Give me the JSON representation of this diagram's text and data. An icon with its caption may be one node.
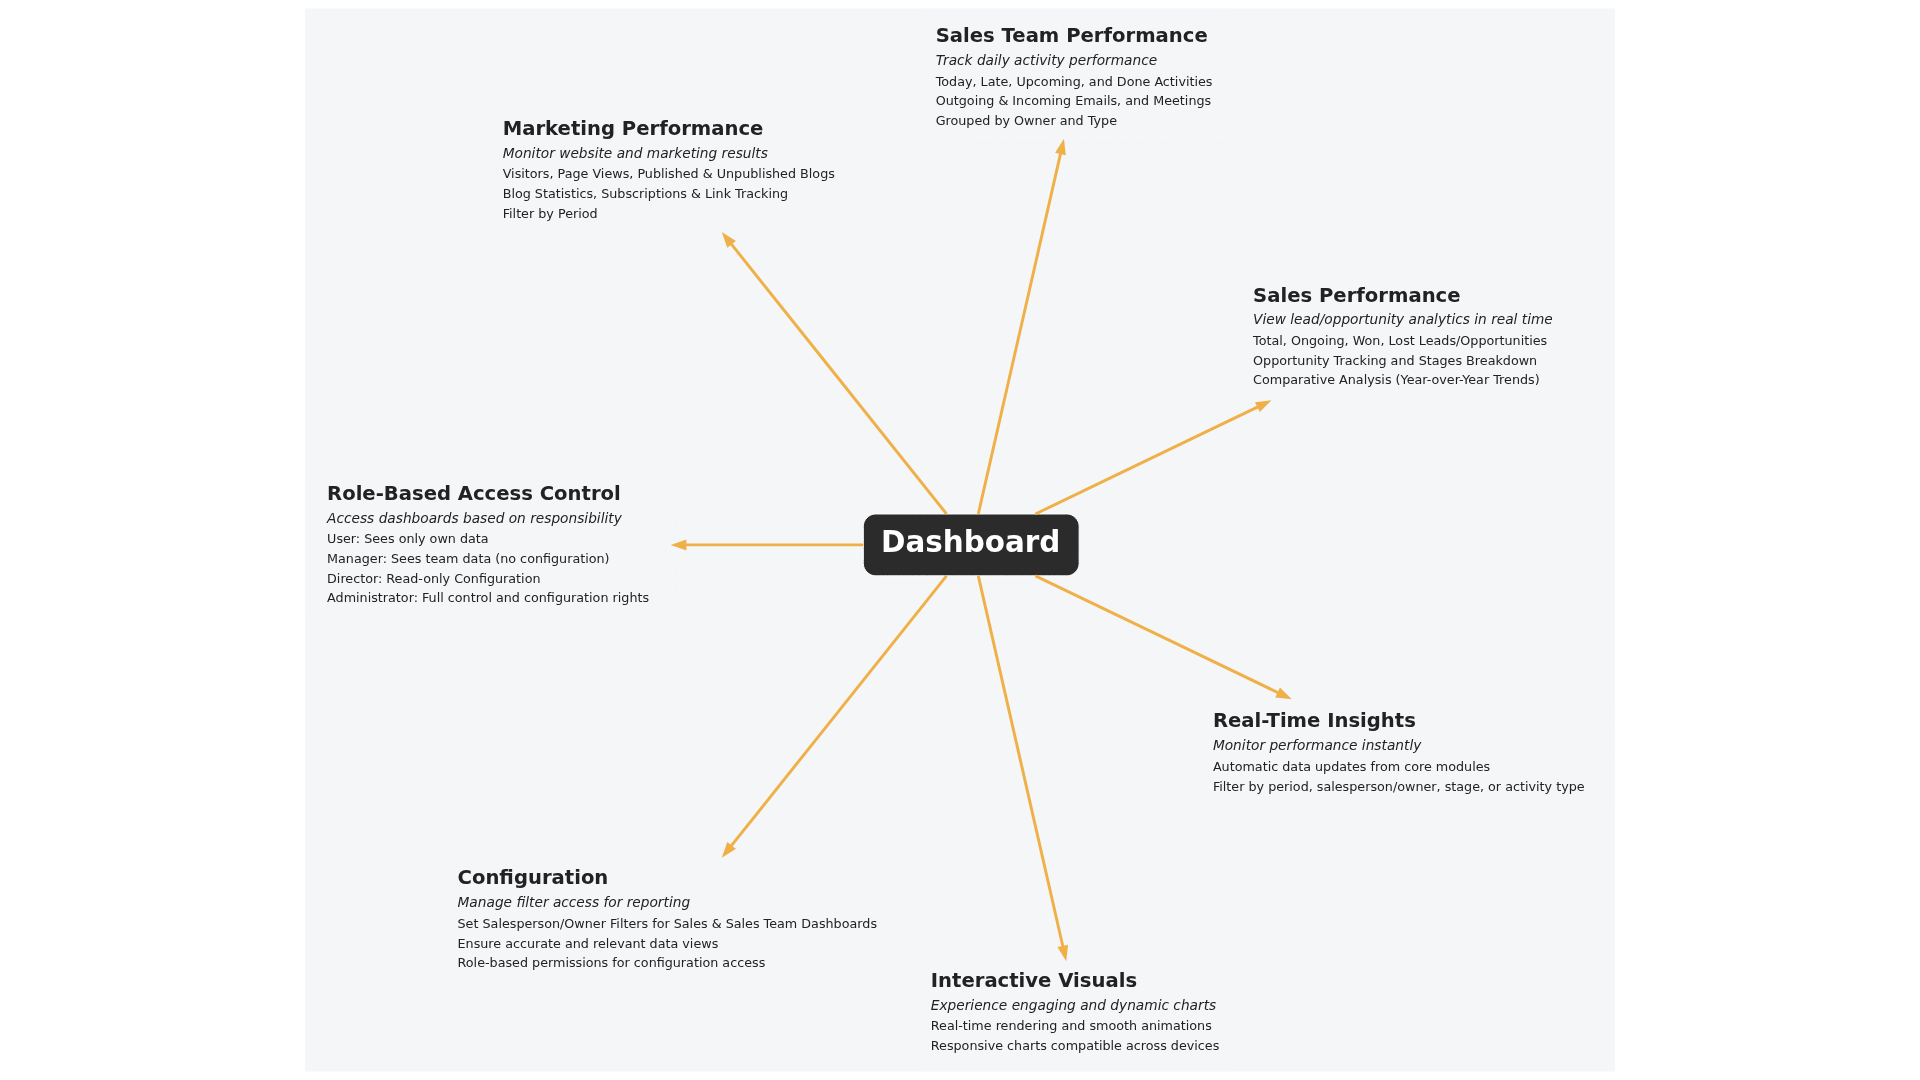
{
  "diagram": {
    "nodes": [
      {
        "text": [
          "Sales Performance",
          "View lead/opportunity analytics in real time",
          "Total, Ongoing, Won, Lost Leads/Opportunities",
          "Opportunity Tracking and Stages Breakdown",
          "Comparative Analysis (Year-over-Year Trends)"
        ]
      },
      {
        "text": [
          "Sales Team Performance",
          "Track daily activity performance",
          "Today, Late, Upcoming, and Done Activities",
          "Outgoing & Incoming Emails, and Meetings",
          "Grouped by Owner and Type"
        ]
      },
      {
        "text": [
          "Marketing Performance",
          "Monitor website and marketing results",
          "Visitors, Page Views, Published & Unpublished Blogs",
          "Blog Statistics, Subscriptions & Link Tracking",
          "Filter by Period"
        ]
      },
      {
        "text": [
          "Role-Based Access Control",
          "Access dashboards based on responsibility",
          "User: Sees only own data",
          "Manager: Sees team data (no configuration)",
          "Director: Read-only Configuration",
          "Administrator: Full control and configuration rights"
        ]
      },
      {
        "text": [
          "Dashboard"
        ]
      },
      {
        "text": [
          "Configuration",
          "Manage filter access for reporting",
          "Set Salesperson/Owner Filters for Sales & Sales Team Dashboards",
          "Ensure accurate and relevant data views",
          "Role-based permissions for configuration access"
        ]
      },
      {
        "text": [
          "Interactive Visuals",
          "Experience engaging and dynamic charts",
          "Real-time rendering and smooth animations",
          "Responsive charts compatible across devices"
        ]
      },
      {
        "text": [
          "Real-Time Insights",
          "Monitor performance instantly",
          "Automatic data updates from core modules",
          "Filter by period, salesperson/owner, stage, or activity type"
        ]
      }
    ],
    "edges": [
      {
        "from": 4,
        "to": 0,
        "arrow": "to"
      },
      {
        "from": 4,
        "to": 1,
        "arrow": "to"
      },
      {
        "from": 4,
        "to": 2,
        "arrow": "to"
      },
      {
        "from": 4,
        "to": 3,
        "arrow": "to"
      },
      {
        "from": 4,
        "to": 5,
        "arrow": "to"
      },
      {
        "from": 4,
        "to": 6,
        "arrow": "to"
      },
      {
        "from": 4,
        "to": 7,
        "arrow": "to"
      }
    ]
  }
}
